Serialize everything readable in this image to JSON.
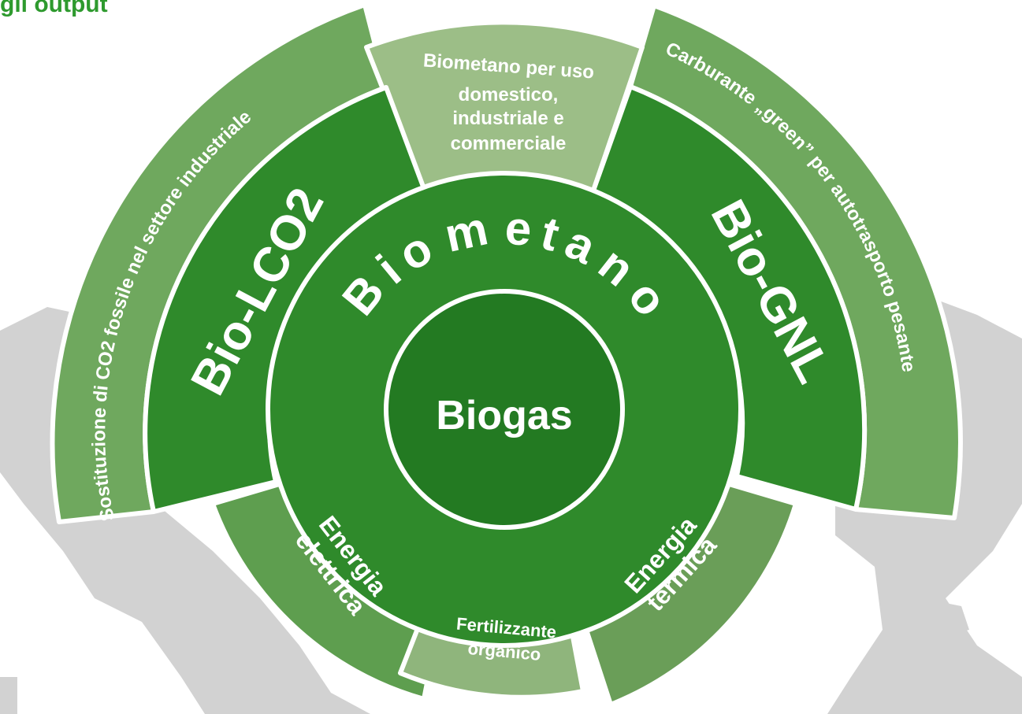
{
  "title": "gli output",
  "colors": {
    "dark_green": "#2f8a2b",
    "mid_green": "#5b9b4c",
    "light_green": "#9cbe87",
    "outer_band": "#6fa85e",
    "grey_land": "#d2d2d2",
    "title_green": "#2e9a2e"
  },
  "center": {
    "label": "Biogas"
  },
  "ring": {
    "label": "Biometano"
  },
  "products": {
    "left": "Bio-LCO2",
    "right": "Bio-GNL"
  },
  "top_use": {
    "lines": [
      "Biometano per uso",
      "domestico,",
      "industriale e",
      "commerciale"
    ]
  },
  "outer_left": "Sostituzione di CO2 fossile nel settore industriale",
  "outer_right": "Carburante „green” per autotrasporto pesante",
  "bottom": {
    "electric": [
      "Energia",
      "elettrica"
    ],
    "fertilizer": [
      "Fertilizzante",
      "organico"
    ],
    "thermal": [
      "Energia",
      "termica"
    ]
  }
}
